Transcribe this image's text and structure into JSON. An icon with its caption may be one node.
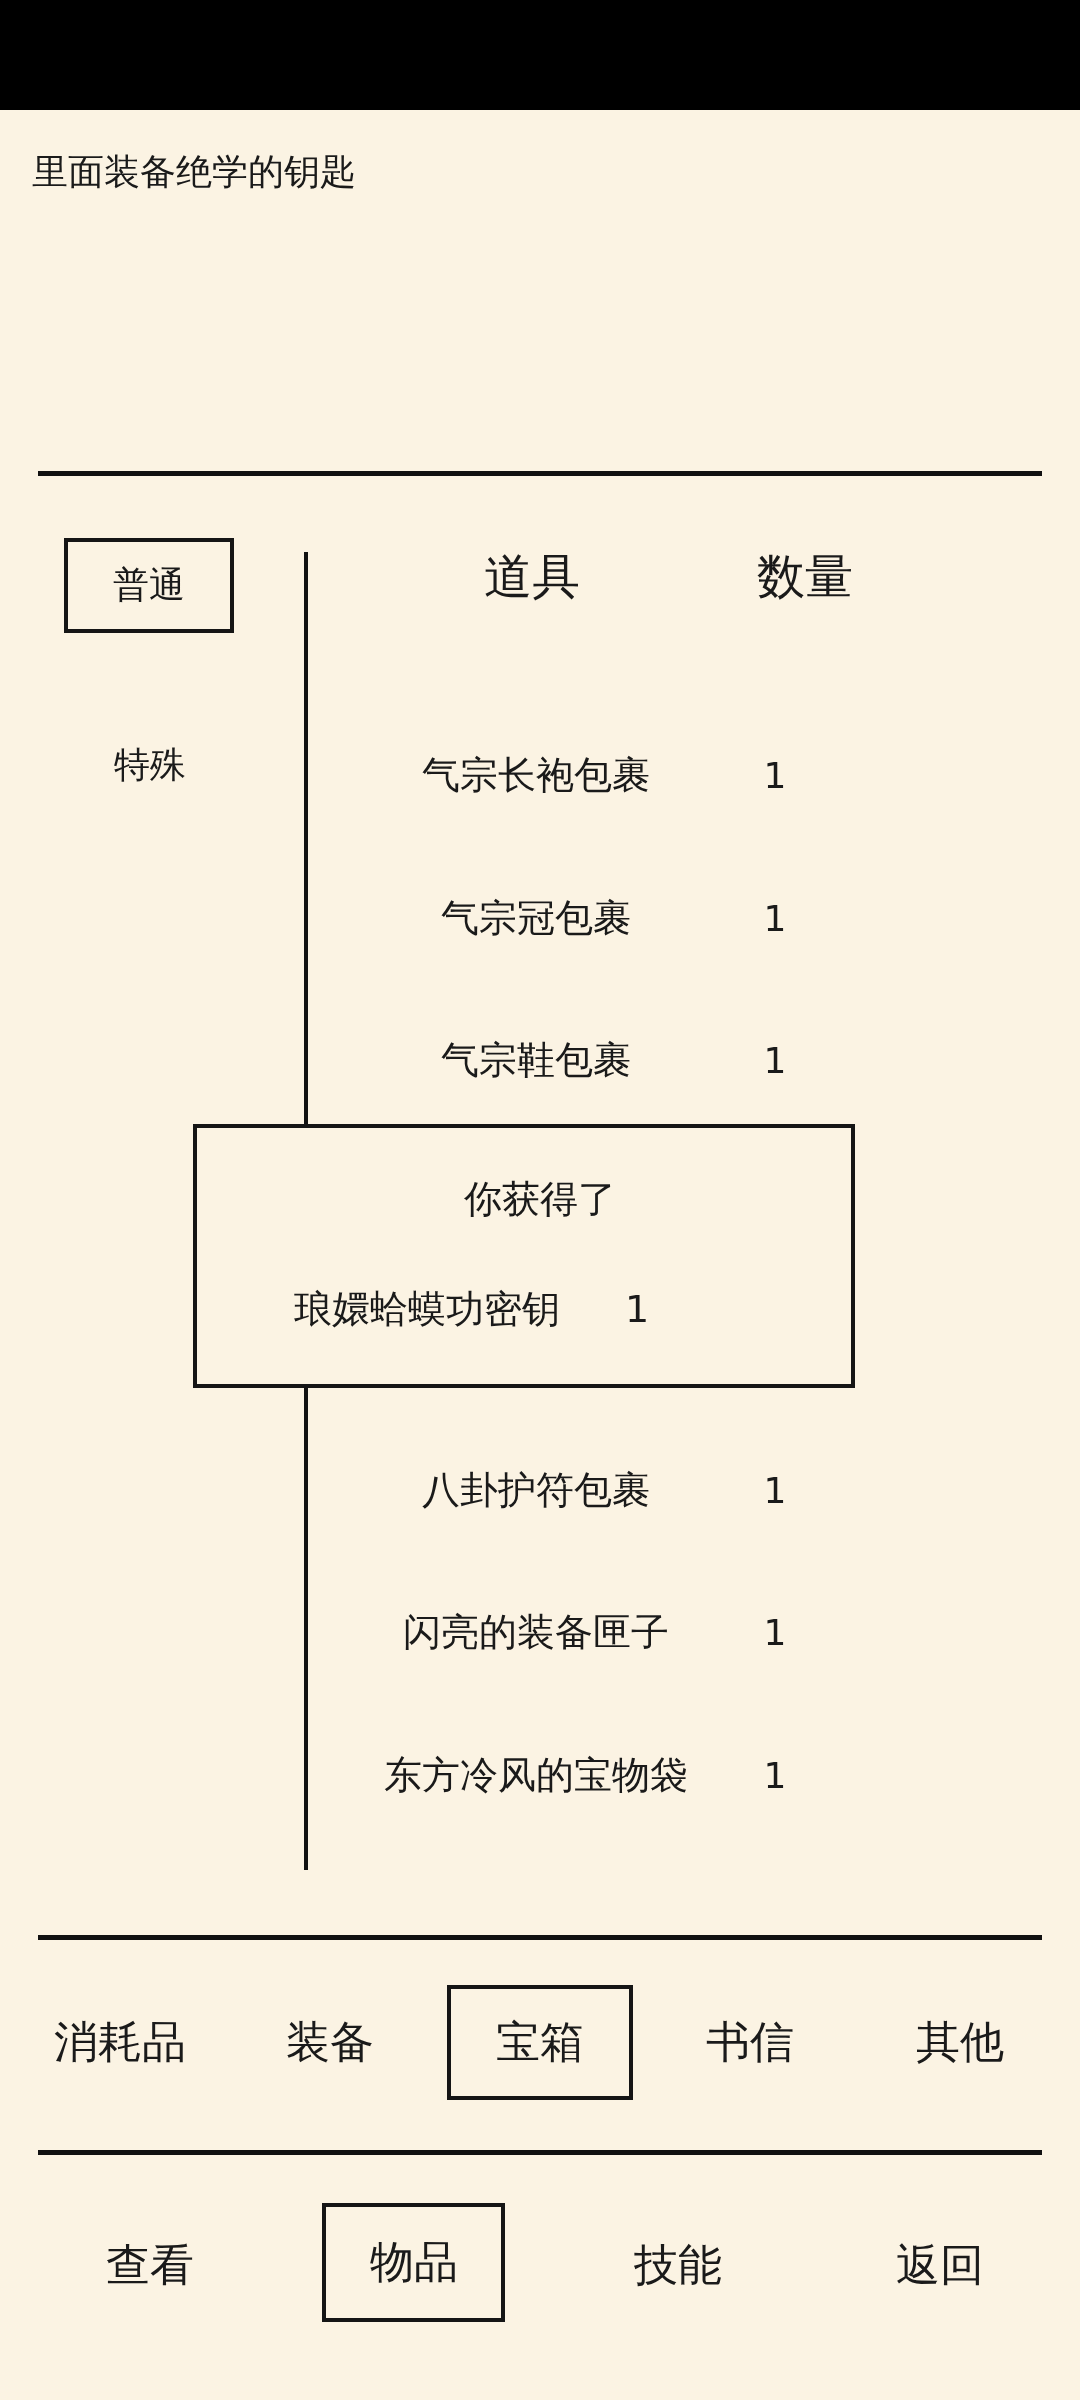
{
  "diagram": {
    "nodes": [
      {
        "text": [],
        "shape": "bar"
      },
      {
        "text": [
          "普通"
        ]
      },
      {
        "text": [
          "你获得了",
          "琅嬛蛤蟆功密钥",
          "1"
        ]
      },
      {
        "text": [
          "宝箱"
        ]
      },
      {
        "text": [
          "物品"
        ]
      }
    ],
    "labels": [
      "里面装备绝学的钥匙",
      "特殊",
      "道具",
      "数量",
      "气宗长袍包裹",
      "1",
      "气宗冠包裹",
      "1",
      "气宗鞋包裹",
      "1",
      "八卦护符包裹",
      "1",
      "闪亮的装备匣子",
      "1",
      "东方冷风的宝物袋",
      "1",
      "消耗品",
      "装备",
      "书信",
      "其他",
      "查看",
      "技能",
      "返回"
    ]
  }
}
